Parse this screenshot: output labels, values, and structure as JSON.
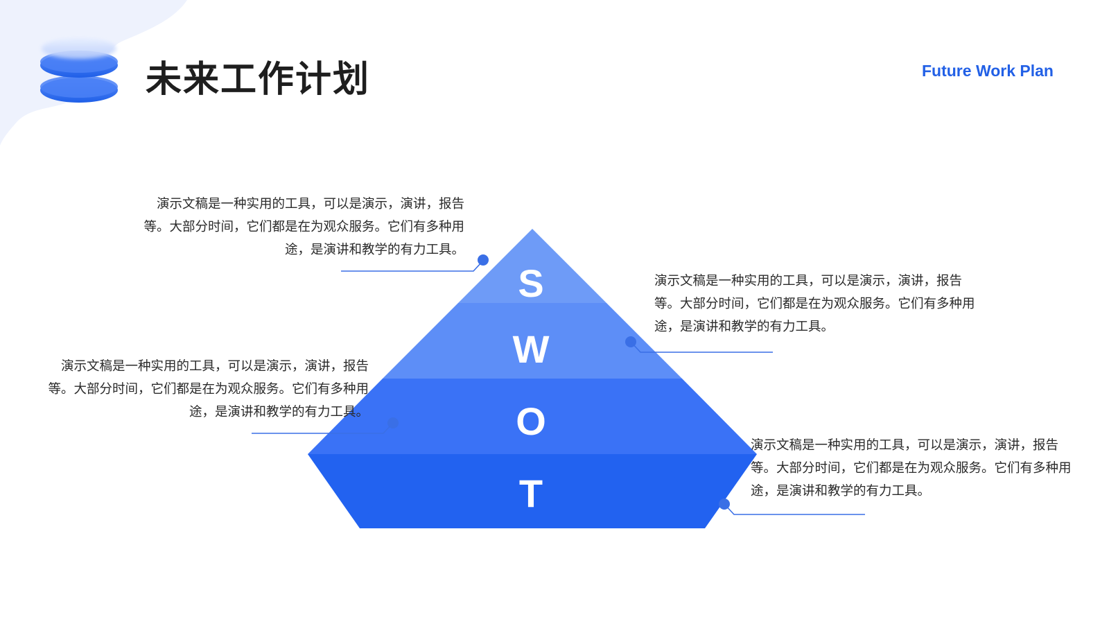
{
  "header": {
    "title": "未来工作计划",
    "subtitle": "Future Work Plan",
    "logo_icon": "stacked-layers-icon"
  },
  "colors": {
    "accent": "#2260e6",
    "tier_s": "#6e9bf7",
    "tier_w": "#5d8ef7",
    "tier_o": "#3a72f6",
    "tier_t": "#2262f0",
    "decor": "#eef2fd"
  },
  "pyramid": {
    "tiers": [
      {
        "letter": "S"
      },
      {
        "letter": "W"
      },
      {
        "letter": "O"
      },
      {
        "letter": "T"
      }
    ]
  },
  "callouts": {
    "s": {
      "text": "演示文稿是一种实用的工具，可以是演示，演讲，报告等。大部分时间，它们都是在为观众服务。它们有多种用途，是演讲和教学的有力工具。"
    },
    "w": {
      "text": "演示文稿是一种实用的工具，可以是演示，演讲，报告等。大部分时间，它们都是在为观众服务。它们有多种用途，是演讲和教学的有力工具。"
    },
    "o": {
      "text": "演示文稿是一种实用的工具，可以是演示，演讲，报告等。大部分时间，它们都是在为观众服务。它们有多种用途，是演讲和教学的有力工具。"
    },
    "t": {
      "text": "演示文稿是一种实用的工具，可以是演示，演讲，报告等。大部分时间，它们都是在为观众服务。它们有多种用途，是演讲和教学的有力工具。"
    }
  }
}
